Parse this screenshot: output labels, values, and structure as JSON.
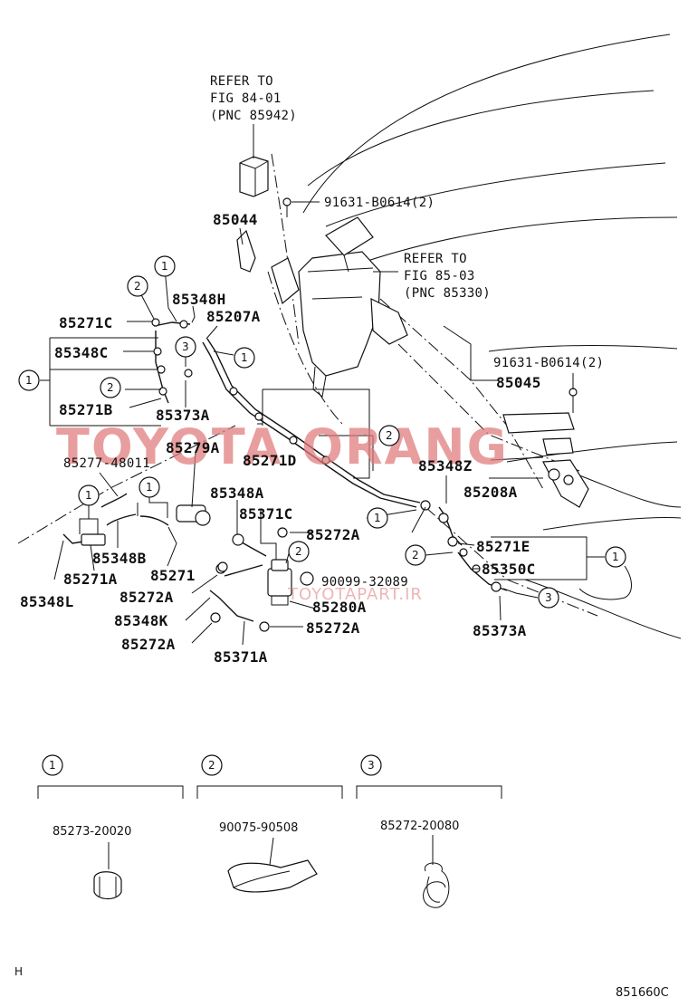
{
  "refer_notes": [
    {
      "line1": "REFER TO",
      "line2": "FIG 84-01",
      "line3": "(PNC 85942)"
    },
    {
      "line1": "REFER TO",
      "line2": "FIG 85-03",
      "line3": "(PNC 85330)"
    }
  ],
  "labels": {
    "p91631_top": "91631-B0614(2)",
    "p85044": "85044",
    "p85348H": "85348H",
    "p85207A": "85207A",
    "p85271C": "85271C",
    "p85348C": "85348C",
    "p85271B": "85271B",
    "p85373A_left": "85373A",
    "p85279A": "85279A",
    "p85271D": "85271D",
    "p91631_right": "91631-B0614(2)",
    "p85045": "85045",
    "p85348Z": "85348Z",
    "p85208A": "85208A",
    "p85277": "85277-48011",
    "p85348A": "85348A",
    "p85371C": "85371C",
    "p85272A_1": "85272A",
    "p85348B": "85348B",
    "p85271": "85271",
    "p85271A": "85271A",
    "p85348L": "85348L",
    "p85272A_2": "85272A",
    "p85348K": "85348K",
    "p85272A_3": "85272A",
    "p85371A": "85371A",
    "p85272A_4": "85272A",
    "p90099": "90099-32089",
    "p85280A": "85280A",
    "p85271E": "85271E",
    "p85350C": "85350C",
    "p85373A_right": "85373A"
  },
  "callouts": [
    "1",
    "2",
    "3"
  ],
  "legend": [
    {
      "num": "1",
      "part": "85273-20020"
    },
    {
      "num": "2",
      "part": "90075-90508"
    },
    {
      "num": "3",
      "part": "85272-20080"
    }
  ],
  "watermark": {
    "main": "TOYOTA ORANG",
    "sub": "TOYOTAPART.IR"
  },
  "footer": {
    "left_mark": "H",
    "figure_code": "851660C"
  }
}
